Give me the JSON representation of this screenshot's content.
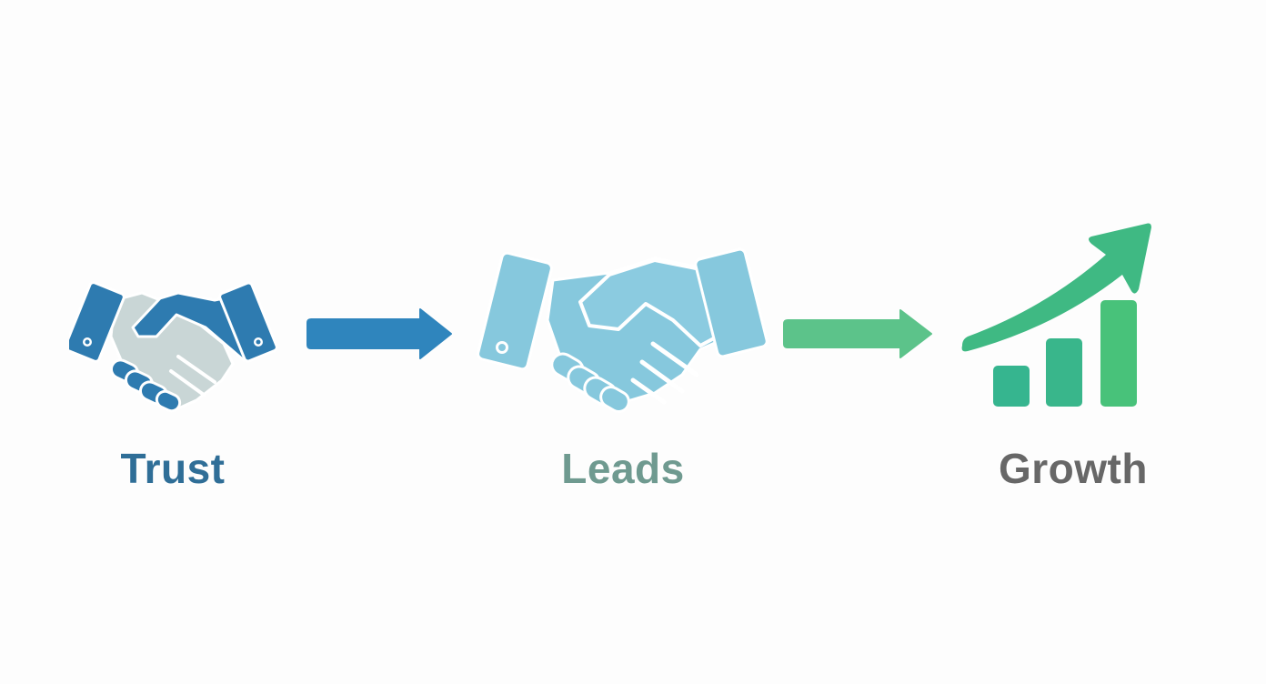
{
  "diagram": {
    "type": "process-flow",
    "steps": [
      {
        "label": "Trust",
        "icon": "handshake-icon",
        "color": "#2e7bb0",
        "secondary_color": "#c9d6d6",
        "label_color": "#2f6e97"
      },
      {
        "label": "Leads",
        "icon": "handshake-icon",
        "color": "#86c8dd",
        "label_color": "#6f9a90"
      },
      {
        "label": "Growth",
        "icon": "growth-chart-icon",
        "color": "#3dba84",
        "label_color": "#676767"
      }
    ],
    "connectors": [
      {
        "from": "Trust",
        "to": "Leads",
        "icon": "arrow-right-icon",
        "color": "#2f85bd"
      },
      {
        "from": "Leads",
        "to": "Growth",
        "icon": "arrow-right-icon",
        "color": "#5cc38a"
      }
    ],
    "background": "#fdfdfd"
  }
}
